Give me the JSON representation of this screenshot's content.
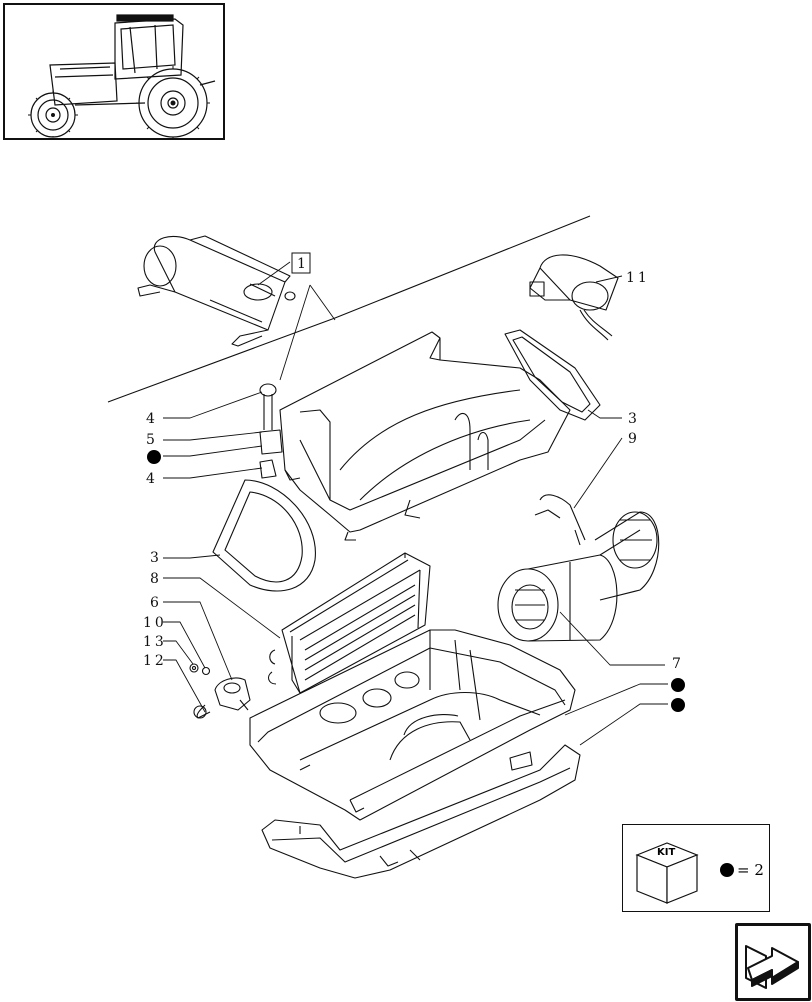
{
  "callouts": {
    "item_1": "1",
    "item_11": "11",
    "item_3_top": "3",
    "item_9": "9",
    "item_4_top": "4",
    "item_5": "5",
    "item_4_bottom": "4",
    "item_3_left": "3",
    "item_8": "8",
    "item_6": "6",
    "item_10": "10",
    "item_13": "13",
    "item_12": "12",
    "item_7": "7"
  },
  "kit_legend": {
    "box_label": "KIT",
    "equals": "= 2"
  },
  "icons": {
    "thumbnail": "tractor-thumbnail-icon",
    "kit": "kit-box-icon",
    "kit_marker": "kit-dot-icon",
    "navigation": "next-page-arrow-icon"
  },
  "colors": {
    "line": "#111111",
    "background": "#ffffff",
    "marker": "#000000"
  }
}
